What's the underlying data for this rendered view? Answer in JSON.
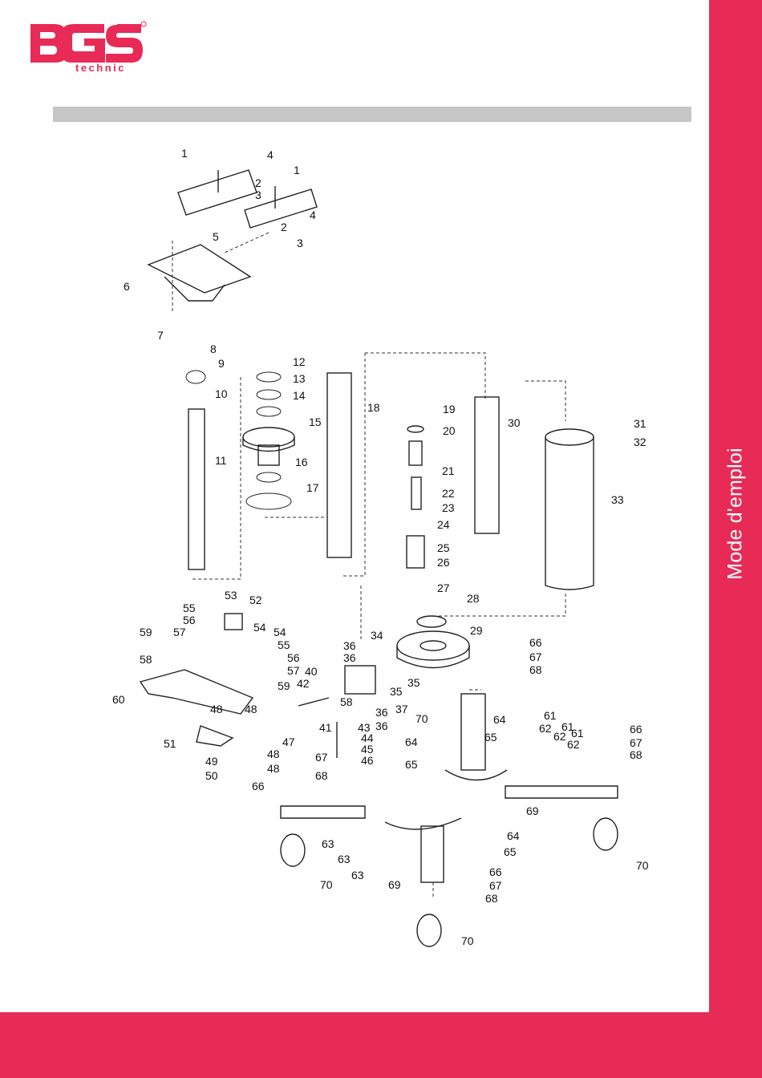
{
  "brand": {
    "name": "BGS",
    "sub": "technic",
    "color": "#e72a56"
  },
  "side_tab": {
    "label": "Mode d'emploi"
  },
  "diagram": {
    "labels": [
      "1",
      "2",
      "3",
      "4",
      "5",
      "6",
      "7",
      "8",
      "9",
      "10",
      "11",
      "12",
      "13",
      "14",
      "15",
      "16",
      "17",
      "18",
      "19",
      "20",
      "21",
      "22",
      "23",
      "24",
      "25",
      "26",
      "27",
      "28",
      "29",
      "30",
      "31",
      "32",
      "33",
      "34",
      "35",
      "36",
      "37",
      "40",
      "41",
      "42",
      "43",
      "44",
      "45",
      "46",
      "47",
      "48",
      "49",
      "50",
      "51",
      "52",
      "53",
      "54",
      "55",
      "56",
      "57",
      "58",
      "59",
      "60",
      "61",
      "62",
      "63",
      "64",
      "65",
      "66",
      "67",
      "68",
      "69",
      "70"
    ]
  }
}
